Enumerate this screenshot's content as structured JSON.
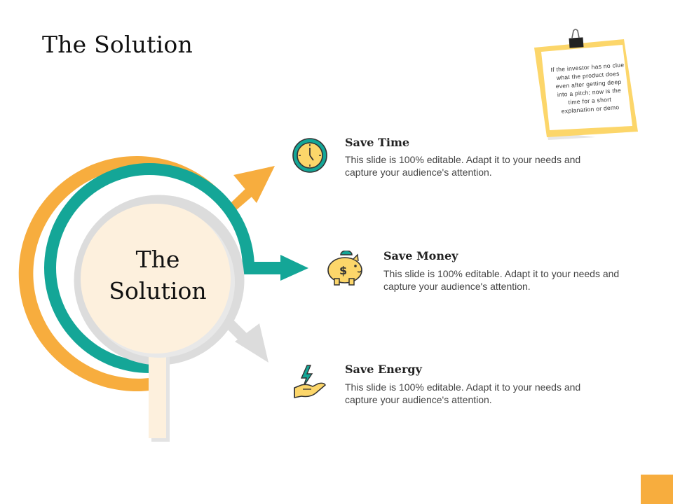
{
  "slide": {
    "title": "The Solution",
    "center_title_line1": "The",
    "center_title_line2": "Solution"
  },
  "note": {
    "text": "If the investor has no clue what the product does even after getting deep into a pitch; now is the time for a short explanation or demo"
  },
  "items": [
    {
      "title": "Save Time",
      "description": "This slide is 100% editable. Adapt it to your needs and capture your audience's attention.",
      "icon": "clock-icon"
    },
    {
      "title": "Save Money",
      "description": "This slide is 100% editable. Adapt it to your needs and capture your audience's attention.",
      "icon": "piggy-bank-icon"
    },
    {
      "title": "Save Energy",
      "description": "This slide is 100% editable. Adapt it to your needs and capture your audience's attention.",
      "icon": "energy-hand-icon"
    }
  ],
  "colors": {
    "orange": "#f7ad3e",
    "teal": "#14a697",
    "grey": "#d9d9d9",
    "cream": "#fdf0dd",
    "note_yellow": "#fcd66a"
  }
}
